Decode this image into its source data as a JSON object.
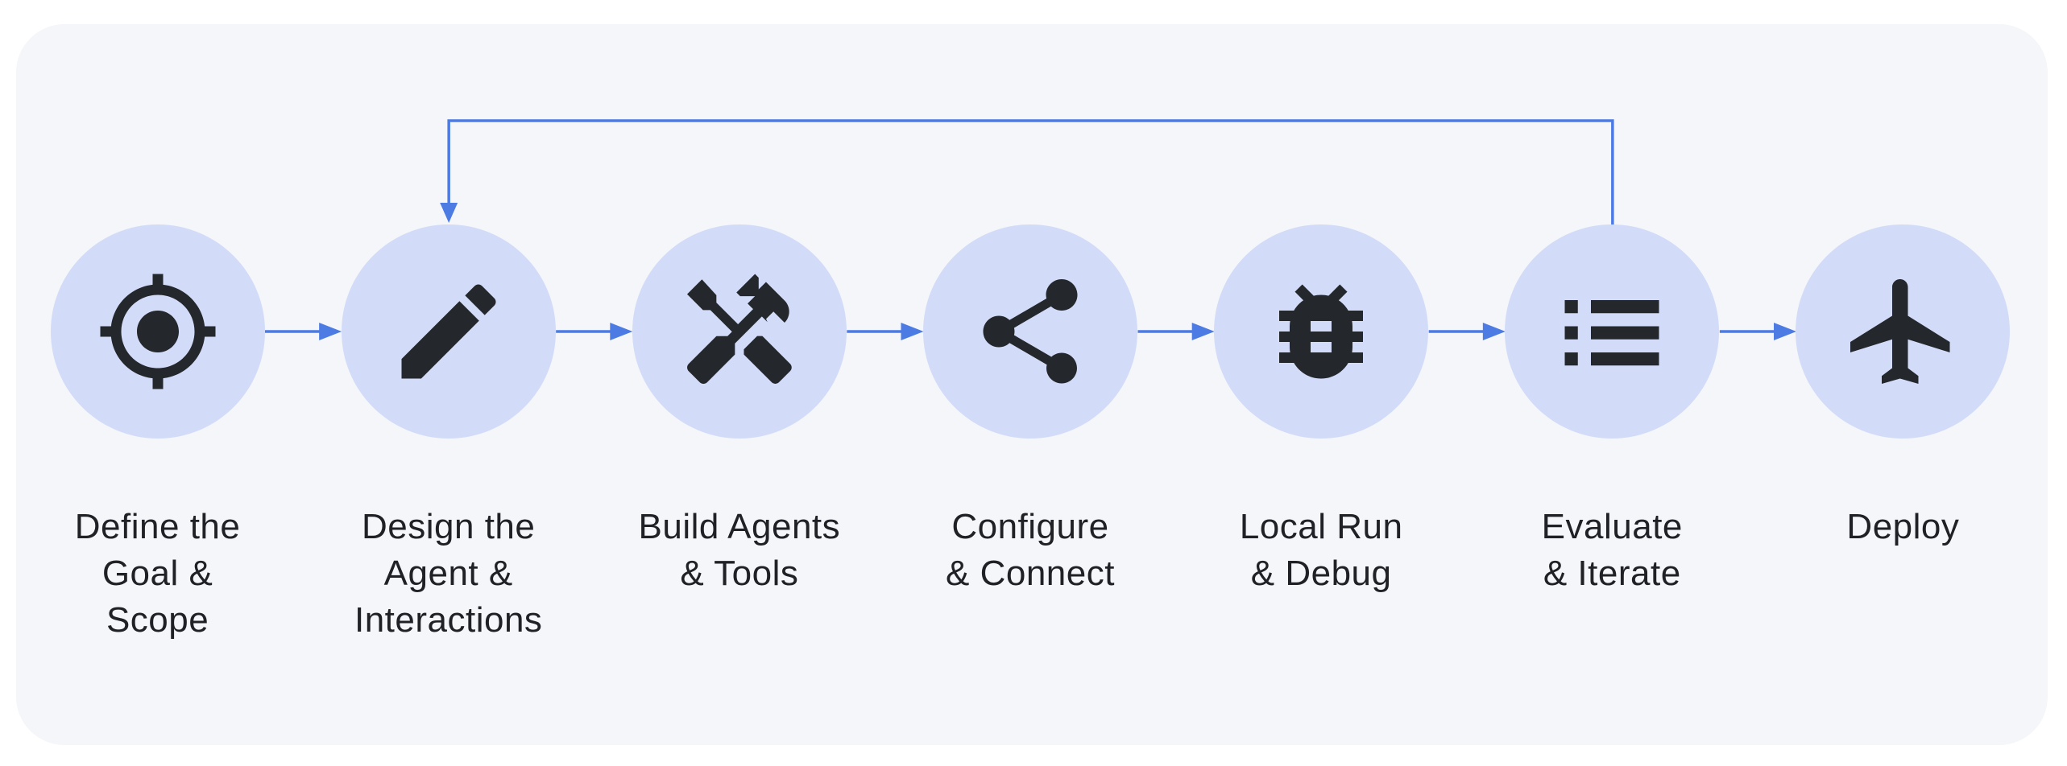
{
  "diagram": {
    "type": "flowchart",
    "steps": [
      {
        "id": "define-goal-scope",
        "icon": "target-icon",
        "label_lines": [
          "Define the",
          "Goal &",
          "Scope"
        ],
        "label": "Define the Goal & Scope"
      },
      {
        "id": "design-agent-interactions",
        "icon": "pencil-icon",
        "label_lines": [
          "Design the",
          "Agent &",
          "Interactions"
        ],
        "label": "Design the Agent & Interactions"
      },
      {
        "id": "build-agents-tools",
        "icon": "tools-icon",
        "label_lines": [
          "Build Agents",
          "& Tools"
        ],
        "label": "Build Agents & Tools"
      },
      {
        "id": "configure-connect",
        "icon": "share-icon",
        "label_lines": [
          "Configure",
          "& Connect"
        ],
        "label": "Configure & Connect"
      },
      {
        "id": "local-run-debug",
        "icon": "bug-icon",
        "label_lines": [
          "Local Run",
          "& Debug"
        ],
        "label": "Local Run & Debug"
      },
      {
        "id": "evaluate-iterate",
        "icon": "list-icon",
        "label_lines": [
          "Evaluate",
          "& Iterate"
        ],
        "label": "Evaluate & Iterate"
      },
      {
        "id": "deploy",
        "icon": "airplane-icon",
        "label_lines": [
          "Deploy"
        ],
        "label": "Deploy"
      }
    ],
    "connections": {
      "forward": [
        [
          "define-goal-scope",
          "design-agent-interactions"
        ],
        [
          "design-agent-interactions",
          "build-agents-tools"
        ],
        [
          "build-agents-tools",
          "configure-connect"
        ],
        [
          "configure-connect",
          "local-run-debug"
        ],
        [
          "local-run-debug",
          "evaluate-iterate"
        ],
        [
          "evaluate-iterate",
          "deploy"
        ]
      ],
      "feedback_loop": {
        "from": "evaluate-iterate",
        "to": "design-agent-interactions"
      }
    },
    "colors": {
      "page_bg": "#ffffff",
      "card_bg": "#f4f6f9",
      "circle_fill": "#d2dcf8",
      "icon_color": "#24272c",
      "text_color": "#1f2126",
      "arrow_color": "#4d7be4"
    }
  }
}
